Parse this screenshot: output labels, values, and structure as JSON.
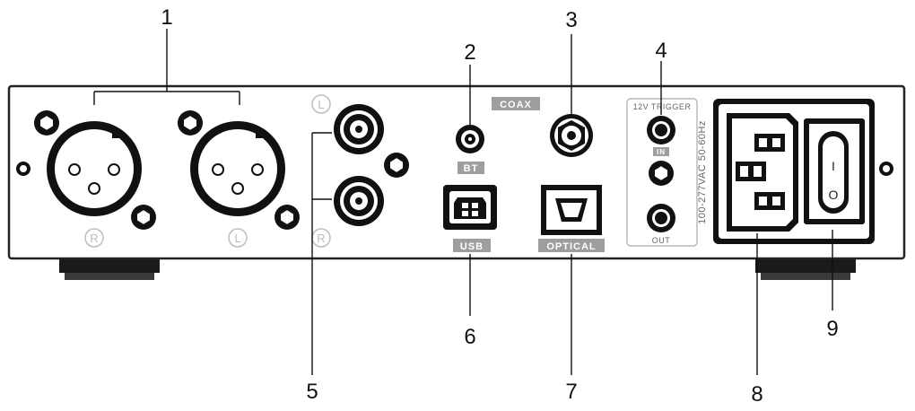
{
  "callouts": [
    "1",
    "2",
    "3",
    "4",
    "5",
    "6",
    "7",
    "8",
    "9"
  ],
  "labels": {
    "coax": "COAX",
    "bt": "BT",
    "usb": "USB",
    "optical": "OPTICAL",
    "trigger": "12V TRIGGER",
    "trigger_in": "IN",
    "trigger_out": "OUT",
    "voltage": "100-277VAC 50-60Hz",
    "xlr_right": "R",
    "xlr_left": "L",
    "rca_left": "L",
    "rca_right": "R",
    "switch_on": "I",
    "switch_off": "O"
  }
}
